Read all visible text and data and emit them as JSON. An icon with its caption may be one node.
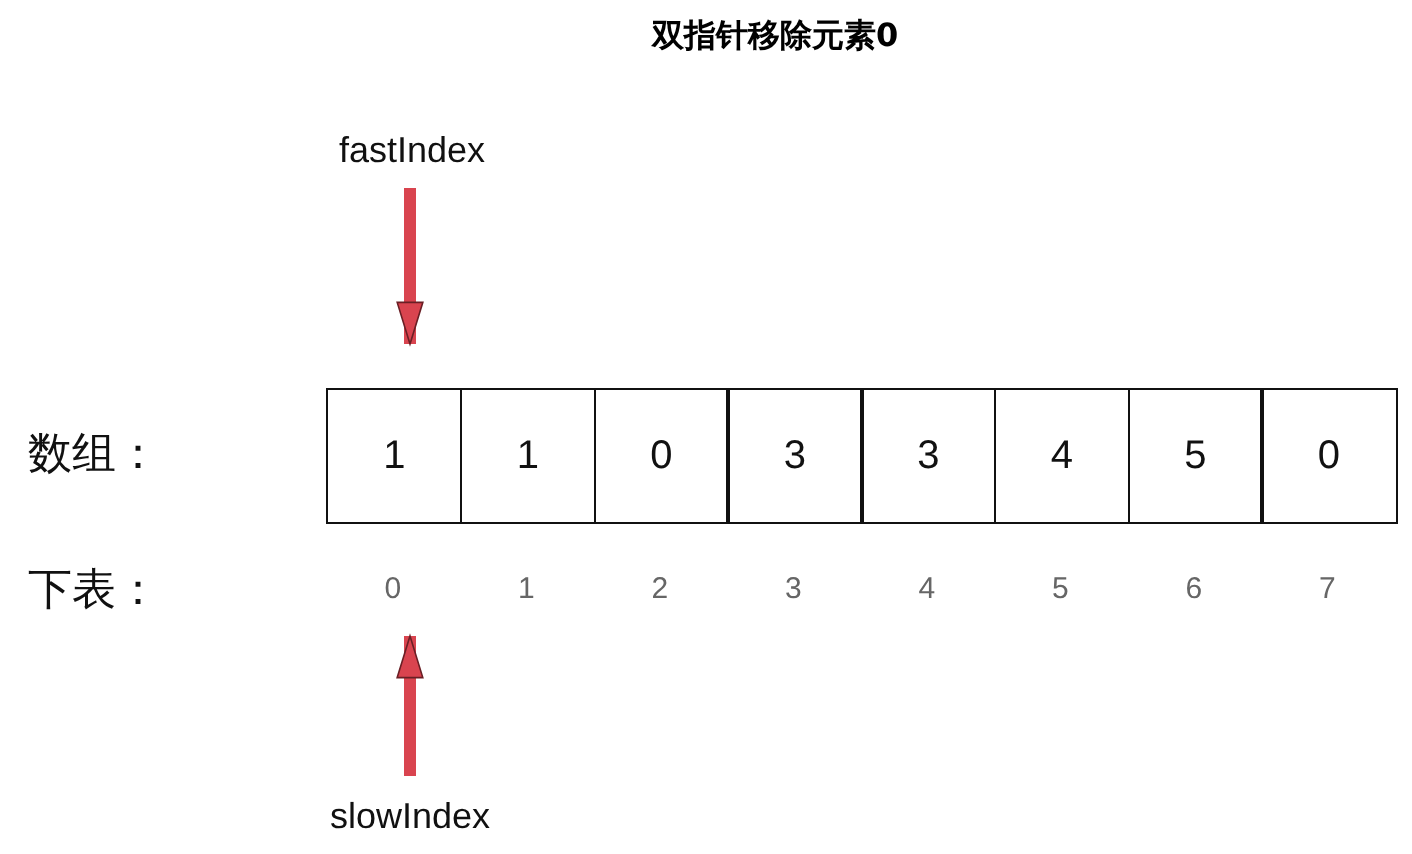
{
  "diagram": {
    "title": "双指针移除元素0",
    "nodes": [
      {
        "text": [
          "fastIndex"
        ]
      },
      {
        "text": [
          "1"
        ]
      },
      {
        "text": [
          "1"
        ]
      },
      {
        "text": [
          "0"
        ]
      },
      {
        "text": [
          "3"
        ]
      },
      {
        "text": [
          "3"
        ]
      },
      {
        "text": [
          "4"
        ]
      },
      {
        "text": [
          "5"
        ]
      },
      {
        "text": [
          "0"
        ]
      },
      {
        "text": [
          "0"
        ]
      },
      {
        "text": [
          "1"
        ]
      },
      {
        "text": [
          "2"
        ]
      },
      {
        "text": [
          "3"
        ]
      },
      {
        "text": [
          "4"
        ]
      },
      {
        "text": [
          "5"
        ]
      },
      {
        "text": [
          "6"
        ]
      },
      {
        "text": [
          "7"
        ]
      },
      {
        "text": [
          "slowIndex"
        ]
      }
    ],
    "edges": [
      {
        "from": 0,
        "to": 1,
        "arrow": "to"
      },
      {
        "from": 17,
        "to": 9,
        "arrow": "to"
      }
    ],
    "labels": [
      "数组：",
      "下表："
    ]
  }
}
